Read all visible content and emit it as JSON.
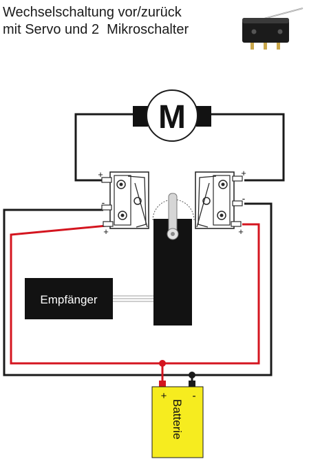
{
  "title": {
    "line1": "Wechselschaltung vor/zurück",
    "line2": "mit Servo und 2  Mikroschalter"
  },
  "motor": {
    "label": "M"
  },
  "receiver": {
    "label": "Empfänger"
  },
  "battery": {
    "label": "Batterie",
    "plus": "+",
    "minus": "-"
  },
  "polarity": {
    "plus": "+",
    "minus": "-"
  },
  "colors": {
    "wire_positive": "#d4151f",
    "wire_negative": "#1a1a1a",
    "battery": "#f6ec1f",
    "servo": "#121212",
    "receiver": "#121212"
  }
}
